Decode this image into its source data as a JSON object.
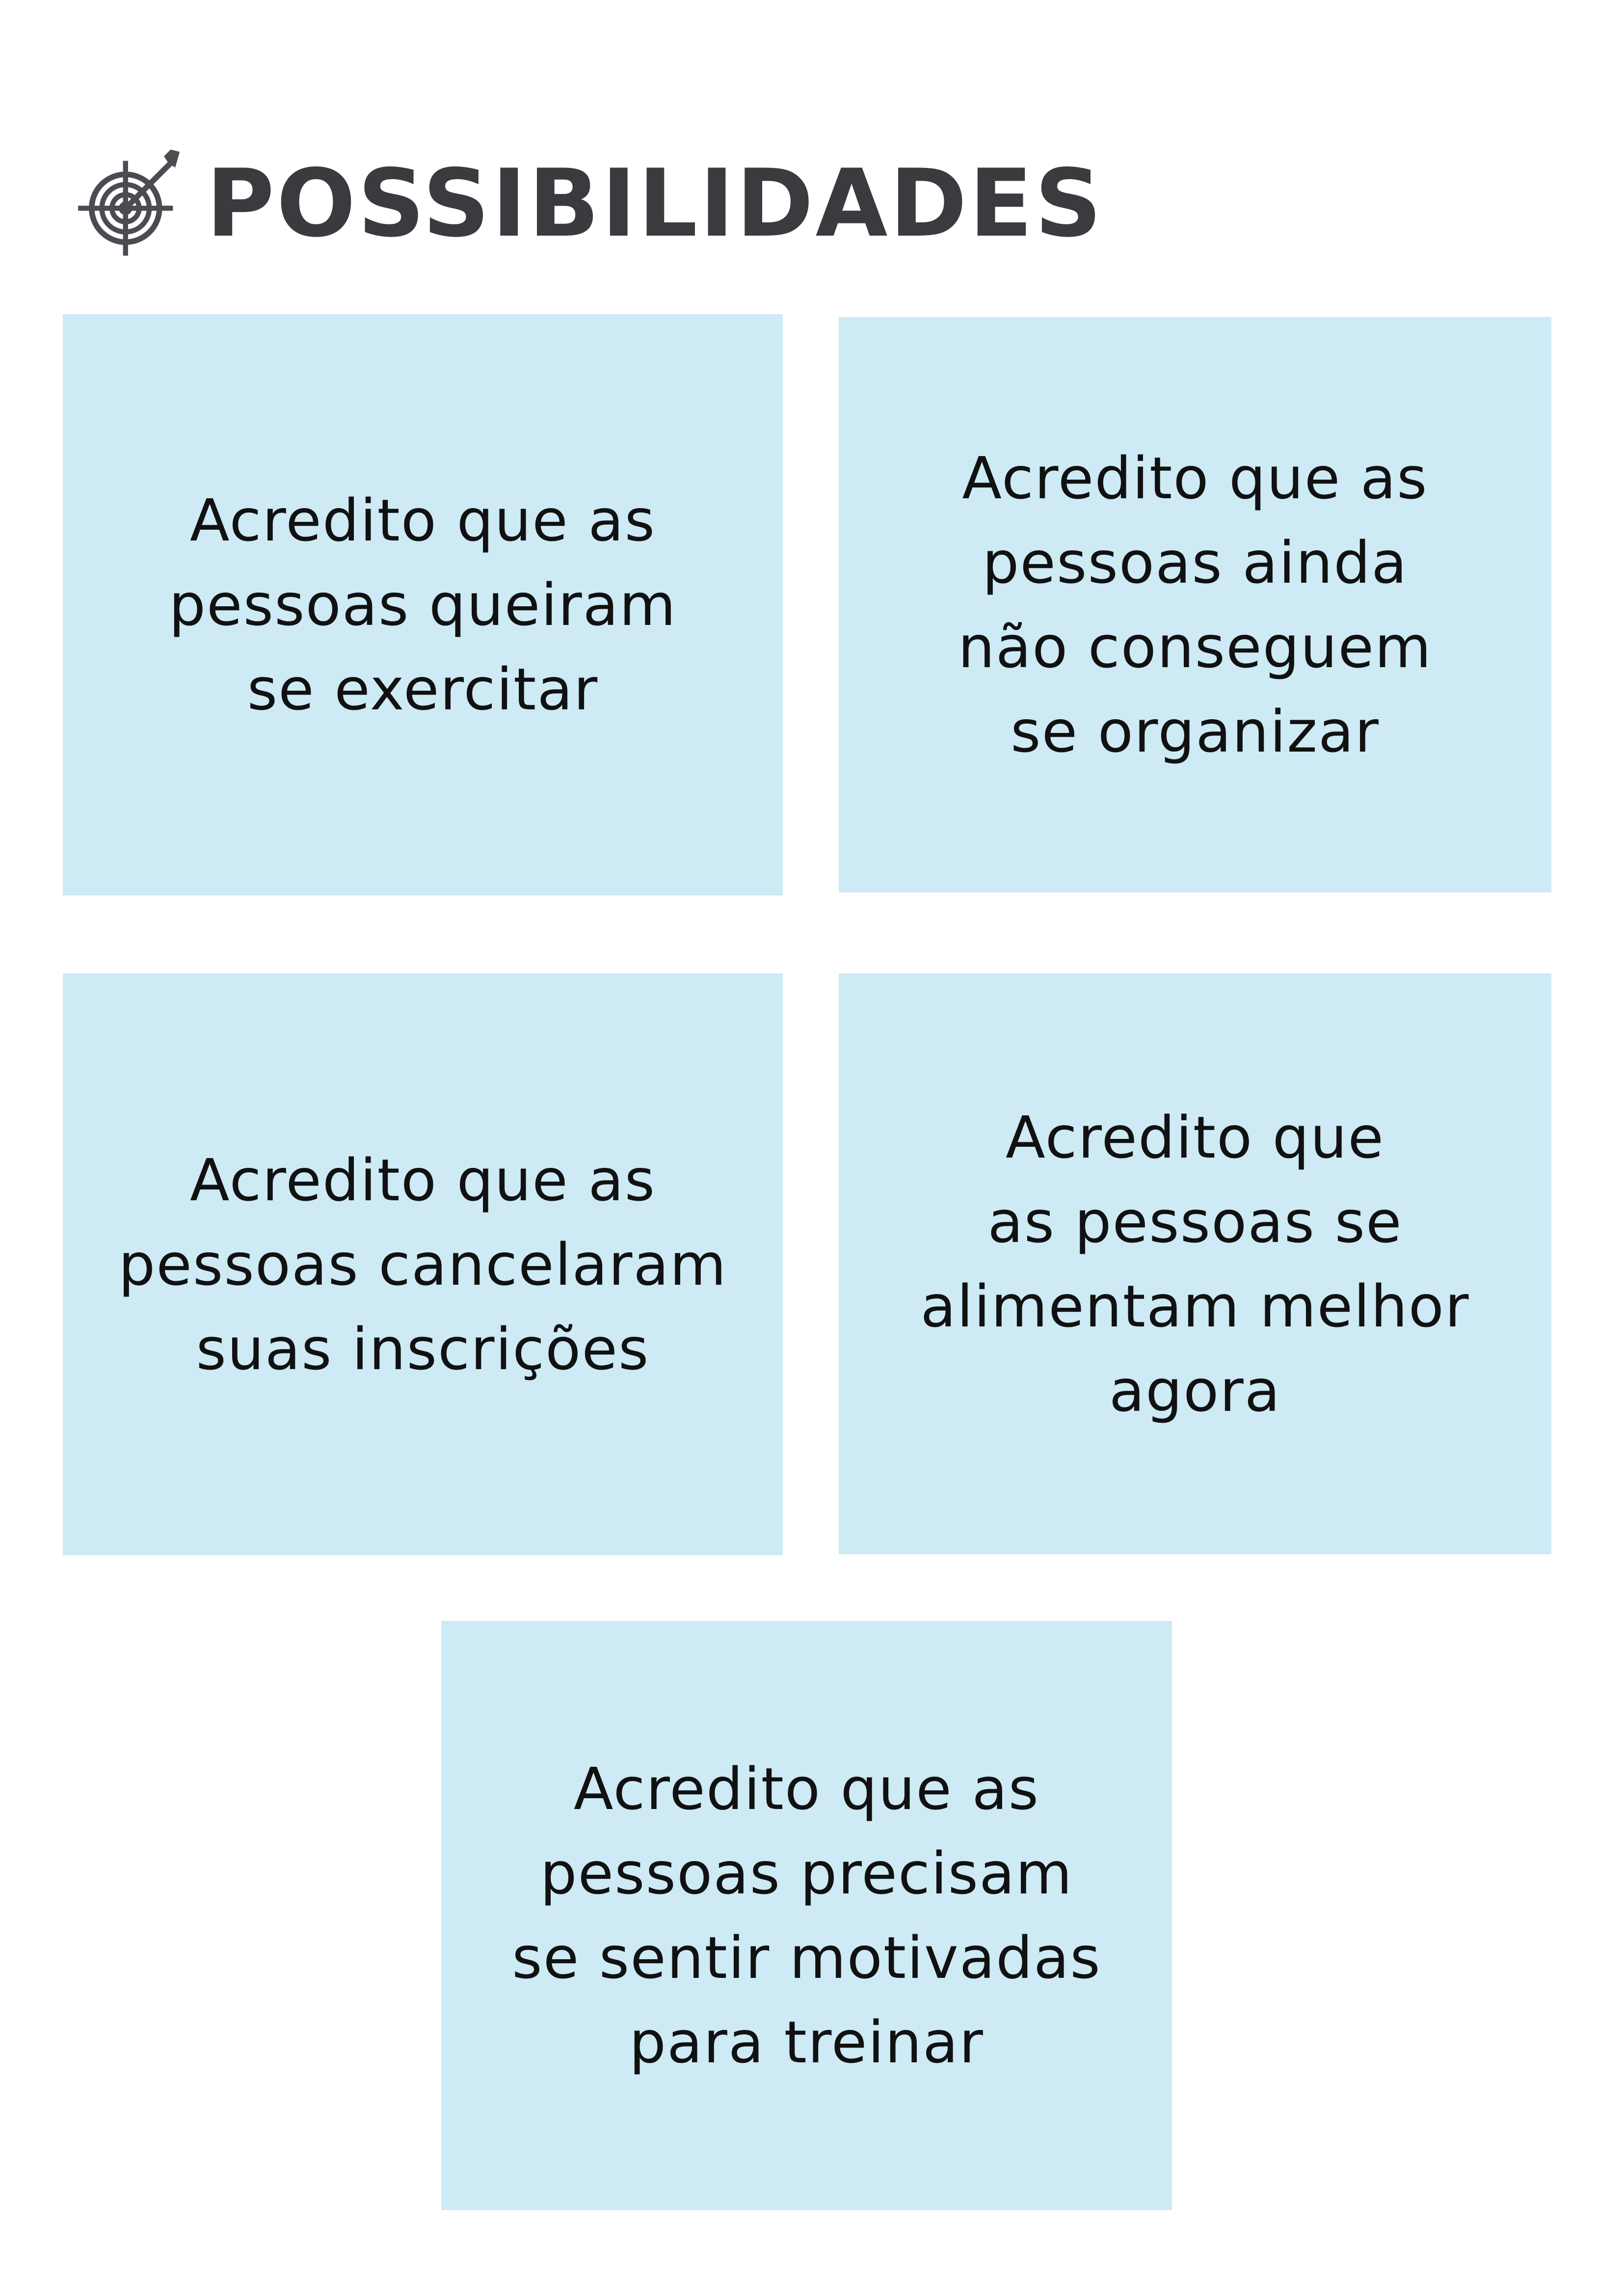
{
  "header": {
    "title": "POSSIBILIDADES",
    "icon": "target-icon",
    "icon_color": "#4a4c52",
    "title_color": "#3a3b3f"
  },
  "colors": {
    "card_background": "#cdeaf5",
    "card_text": "#111111",
    "page_background": "#ffffff"
  },
  "cards": [
    {
      "lines": [
        "Acredito que as",
        "pessoas queiram",
        "se exercitar"
      ]
    },
    {
      "lines": [
        "Acredito que as",
        "pessoas ainda",
        "não conseguem",
        "se organizar"
      ]
    },
    {
      "lines": [
        "Acredito que as",
        "pessoas cancelaram",
        "suas inscrições"
      ]
    },
    {
      "lines": [
        "Acredito que",
        "as pessoas se",
        "alimentam melhor",
        "agora"
      ]
    },
    {
      "lines": [
        "Acredito que as",
        "pessoas precisam",
        "se sentir motivadas",
        "para treinar"
      ]
    }
  ]
}
